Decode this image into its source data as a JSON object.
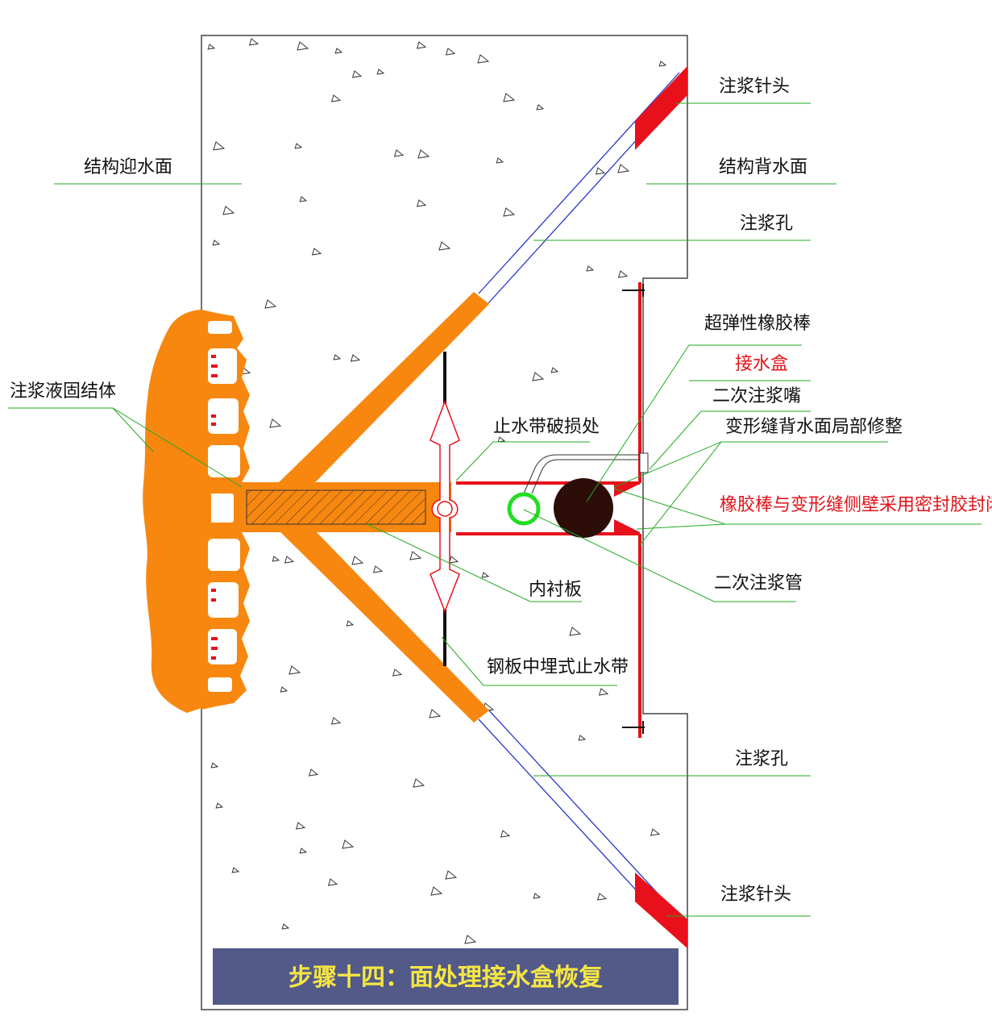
{
  "colors": {
    "orange": "#f7870f",
    "red": "#e8101a",
    "leader_green": "#22aa22",
    "blue": "#2a35c9",
    "title_bg": "#535a8a",
    "title_text": "#f5e642",
    "rubber_rod": "#2c0d08",
    "grout_tube": "#22dd22"
  },
  "labels": {
    "needle_top": "注浆针头",
    "back_face": "结构背水面",
    "hole_top": "注浆孔",
    "front_face": "结构迎水面",
    "super_rod": "超弹性橡胶棒",
    "water_box": "接水盒",
    "second_nozzle": "二次注浆嘴",
    "grout_solid": "注浆液固结体",
    "local_trim": "变形缝背水面局部修整",
    "waterstop_damage": "止水带破损处",
    "sealant_note": "橡胶棒与变形缝侧壁采用密封胶封闭",
    "inner_board": "内衬板",
    "second_pipe": "二次注浆管",
    "steel_waterstop": "钢板中埋式止水带",
    "hole_bottom": "注浆孔",
    "needle_bottom": "注浆针头"
  },
  "title": "步骤十四：面处理接水盒恢复"
}
